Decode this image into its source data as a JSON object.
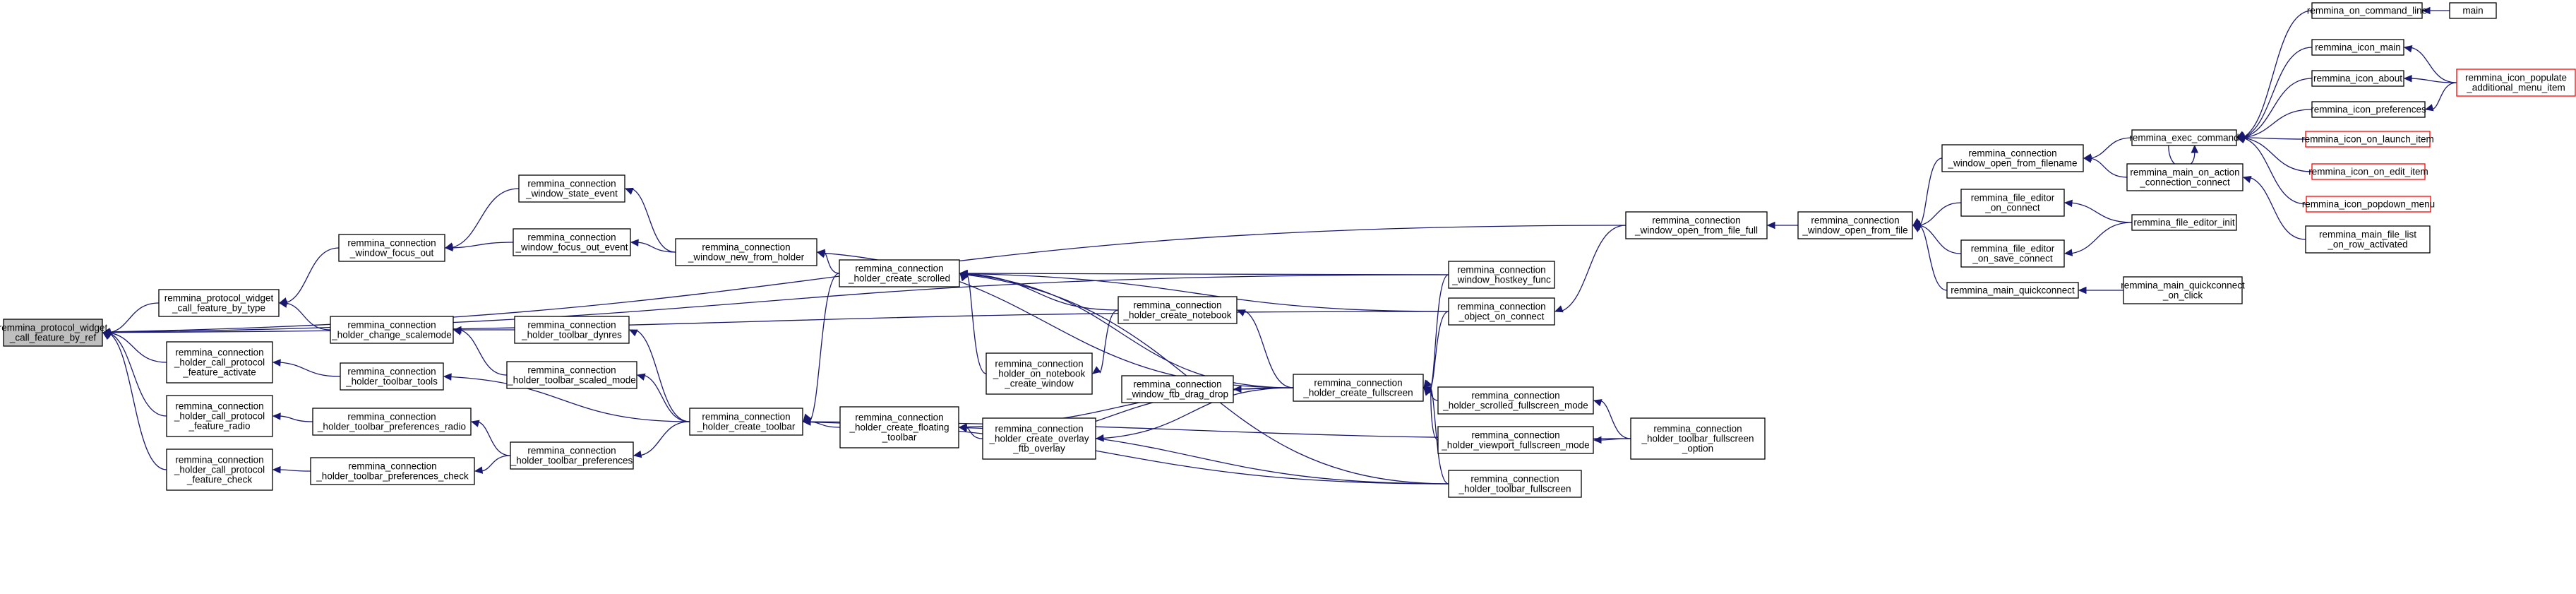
{
  "colors": {
    "edge": "#191970",
    "node_border": "#000000",
    "external_border": "#ff0000",
    "root_fill": "#bfbfbf",
    "background": "#ffffff"
  },
  "nodes": {
    "n0": {
      "lines": [
        "remmina_protocol_widget",
        "_call_feature_by_ref"
      ],
      "root": true
    },
    "n1": {
      "lines": [
        "remmina_protocol_widget",
        "_call_feature_by_type"
      ]
    },
    "n2": {
      "lines": [
        "remmina_connection",
        "_holder_call_protocol",
        "_feature_activate"
      ]
    },
    "n3": {
      "lines": [
        "remmina_connection",
        "_holder_call_protocol",
        "_feature_radio"
      ]
    },
    "n4": {
      "lines": [
        "remmina_connection",
        "_holder_call_protocol",
        "_feature_check"
      ]
    },
    "n5": {
      "lines": [
        "remmina_connection",
        "_window_focus_out"
      ]
    },
    "n6": {
      "lines": [
        "remmina_connection",
        "_holder_change_scalemode"
      ]
    },
    "n7": {
      "lines": [
        "remmina_connection",
        "_holder_toolbar_tools"
      ]
    },
    "n8": {
      "lines": [
        "remmina_connection",
        "_holder_toolbar_preferences_radio"
      ]
    },
    "n9": {
      "lines": [
        "remmina_connection",
        "_holder_toolbar_preferences_check"
      ]
    },
    "n10": {
      "lines": [
        "remmina_connection",
        "_window_state_event"
      ]
    },
    "n11": {
      "lines": [
        "remmina_connection",
        "_window_focus_out_event"
      ]
    },
    "n12": {
      "lines": [
        "remmina_connection",
        "_holder_toolbar_dynres"
      ]
    },
    "n13": {
      "lines": [
        "remmina_connection",
        "_holder_toolbar_scaled_mode"
      ]
    },
    "n14": {
      "lines": [
        "remmina_connection",
        "_holder_toolbar_preferences"
      ]
    },
    "n15": {
      "lines": [
        "remmina_connection",
        "_window_new_from_holder"
      ]
    },
    "n16": {
      "lines": [
        "remmina_connection",
        "_holder_create_toolbar"
      ]
    },
    "n17": {
      "lines": [
        "remmina_connection",
        "_holder_create_scrolled"
      ]
    },
    "n18": {
      "lines": [
        "remmina_connection",
        "_holder_create_floating",
        "_toolbar"
      ]
    },
    "n19": {
      "lines": [
        "remmina_connection",
        "_holder_on_notebook",
        "_create_window"
      ]
    },
    "n20": {
      "lines": [
        "remmina_connection",
        "_holder_create_notebook"
      ]
    },
    "n21": {
      "lines": [
        "remmina_connection",
        "_window_ftb_drag_drop"
      ]
    },
    "n22": {
      "lines": [
        "remmina_connection",
        "_holder_create_overlay",
        "_ftb_overlay"
      ]
    },
    "n23": {
      "lines": [
        "remmina_connection",
        "_holder_create_fullscreen"
      ]
    },
    "n24": {
      "lines": [
        "remmina_connection",
        "_window_hostkey_func"
      ]
    },
    "n25": {
      "lines": [
        "remmina_connection",
        "_object_on_connect"
      ]
    },
    "n26": {
      "lines": [
        "remmina_connection",
        "_holder_scrolled_fullscreen_mode"
      ]
    },
    "n27": {
      "lines": [
        "remmina_connection",
        "_holder_viewport_fullscreen_mode"
      ]
    },
    "n28": {
      "lines": [
        "remmina_connection",
        "_holder_toolbar_fullscreen"
      ]
    },
    "n29": {
      "lines": [
        "remmina_connection",
        "_holder_toolbar_fullscreen",
        "_option"
      ]
    },
    "n30": {
      "lines": [
        "remmina_connection",
        "_window_open_from_file_full"
      ]
    },
    "n31": {
      "lines": [
        "remmina_connection",
        "_window_open_from_file"
      ]
    },
    "n32": {
      "lines": [
        "remmina_connection",
        "_window_open_from_filename"
      ]
    },
    "n33": {
      "lines": [
        "remmina_file_editor",
        "_on_connect"
      ]
    },
    "n34": {
      "lines": [
        "remmina_file_editor",
        "_on_save_connect"
      ]
    },
    "n35": {
      "lines": [
        "remmina_main_quickconnect"
      ]
    },
    "n36": {
      "lines": [
        "remmina_exec_command"
      ]
    },
    "n37": {
      "lines": [
        "remmina_main_on_action",
        "_connection_connect"
      ]
    },
    "n38": {
      "lines": [
        "remmina_file_editor_init"
      ]
    },
    "n39": {
      "lines": [
        "remmina_main_quickconnect",
        "_on_click"
      ]
    },
    "n40": {
      "lines": [
        "remmina_on_command_line"
      ]
    },
    "n41": {
      "lines": [
        "remmina_icon_main"
      ]
    },
    "n42": {
      "lines": [
        "remmina_icon_about"
      ]
    },
    "n43": {
      "lines": [
        "remmina_icon_preferences"
      ]
    },
    "n44": {
      "lines": [
        "remmina_icon_on_launch_item"
      ],
      "external": true
    },
    "n45": {
      "lines": [
        "remmina_icon_on_edit_item"
      ],
      "external": true
    },
    "n46": {
      "lines": [
        "remmina_icon_popdown_menu"
      ],
      "external": true
    },
    "n47": {
      "lines": [
        "remmina_main_file_list",
        "_on_row_activated"
      ]
    },
    "n48": {
      "lines": [
        "main"
      ]
    },
    "n49": {
      "lines": [
        "remmina_icon_populate",
        "_additional_menu_item"
      ],
      "external": true
    }
  },
  "edges": [
    [
      "n1",
      "n0"
    ],
    [
      "n2",
      "n0"
    ],
    [
      "n3",
      "n0"
    ],
    [
      "n4",
      "n0"
    ],
    [
      "n30",
      "n0"
    ],
    [
      "n25",
      "n0"
    ],
    [
      "n24",
      "n0"
    ],
    [
      "n5",
      "n1"
    ],
    [
      "n6",
      "n1"
    ],
    [
      "n7",
      "n2"
    ],
    [
      "n8",
      "n3"
    ],
    [
      "n9",
      "n4"
    ],
    [
      "n10",
      "n5"
    ],
    [
      "n11",
      "n5"
    ],
    [
      "n12",
      "n6"
    ],
    [
      "n13",
      "n6"
    ],
    [
      "n16",
      "n7"
    ],
    [
      "n14",
      "n8"
    ],
    [
      "n14",
      "n9"
    ],
    [
      "n15",
      "n10"
    ],
    [
      "n15",
      "n11"
    ],
    [
      "n16",
      "n12"
    ],
    [
      "n16",
      "n13"
    ],
    [
      "n16",
      "n14"
    ],
    [
      "n17",
      "n15"
    ],
    [
      "n23",
      "n15"
    ],
    [
      "n17",
      "n16"
    ],
    [
      "n18",
      "n16"
    ],
    [
      "n19",
      "n17"
    ],
    [
      "n20",
      "n17"
    ],
    [
      "n23",
      "n17"
    ],
    [
      "n24",
      "n17"
    ],
    [
      "n25",
      "n17"
    ],
    [
      "n28",
      "n17"
    ],
    [
      "n22",
      "n18"
    ],
    [
      "n23",
      "n18"
    ],
    [
      "n28",
      "n18"
    ],
    [
      "n20",
      "n19"
    ],
    [
      "n23",
      "n20"
    ],
    [
      "n22",
      "n21"
    ],
    [
      "n23",
      "n21"
    ],
    [
      "n23",
      "n22"
    ],
    [
      "n26",
      "n23"
    ],
    [
      "n27",
      "n23"
    ],
    [
      "n28",
      "n23"
    ],
    [
      "n25",
      "n23"
    ],
    [
      "n24",
      "n23"
    ],
    [
      "n28",
      "n16"
    ],
    [
      "n29",
      "n16"
    ],
    [
      "n29",
      "n26"
    ],
    [
      "n29",
      "n27"
    ],
    [
      "n30",
      "n25"
    ],
    [
      "n31",
      "n30"
    ],
    [
      "n32",
      "n31"
    ],
    [
      "n33",
      "n31"
    ],
    [
      "n34",
      "n31"
    ],
    [
      "n35",
      "n31"
    ],
    [
      "n36",
      "n32"
    ],
    [
      "n37",
      "n32"
    ],
    [
      "n38",
      "n33"
    ],
    [
      "n38",
      "n34"
    ],
    [
      "n39",
      "n35"
    ],
    [
      "n40",
      "n36"
    ],
    [
      "n41",
      "n36"
    ],
    [
      "n42",
      "n36"
    ],
    [
      "n43",
      "n36"
    ],
    [
      "n36",
      "n36"
    ],
    [
      "n44",
      "n36"
    ],
    [
      "n45",
      "n36"
    ],
    [
      "n46",
      "n36"
    ],
    [
      "n47",
      "n37"
    ],
    [
      "n48",
      "n40"
    ],
    [
      "n49",
      "n41"
    ],
    [
      "n49",
      "n42"
    ],
    [
      "n49",
      "n43"
    ]
  ]
}
